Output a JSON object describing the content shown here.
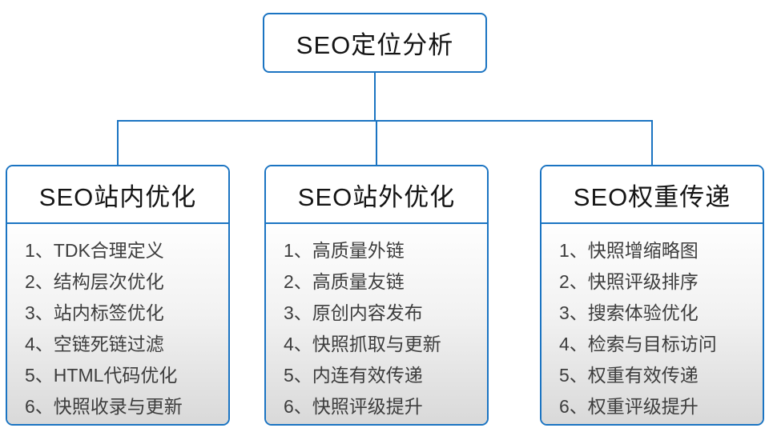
{
  "diagram": {
    "root": {
      "label": "SEO定位分析"
    },
    "columns": [
      {
        "header": "SEO站内优化",
        "items": [
          "1、TDK合理定义",
          "2、结构层次优化",
          "3、站内标签优化",
          "4、空链死链过滤",
          "5、HTML代码优化",
          "6、快照收录与更新"
        ]
      },
      {
        "header": "SEO站外优化",
        "items": [
          "1、高质量外链",
          "2、高质量友链",
          "3、原创内容发布",
          "4、快照抓取与更新",
          "5、内连有效传递",
          "6、快照评级提升"
        ]
      },
      {
        "header": "SEO权重传递",
        "items": [
          "1、快照增缩略图",
          "2、快照评级排序",
          "3、搜索体验优化",
          "4、检索与目标访问",
          "5、权重有效传递",
          "6、权重评级提升"
        ]
      }
    ],
    "colors": {
      "accent_blue": "#1b74c2",
      "header_text": "#141414",
      "list_text": "#3d3d3d",
      "list_gradient_bottom": "#d9d9d9",
      "background": "#ffffff"
    }
  }
}
